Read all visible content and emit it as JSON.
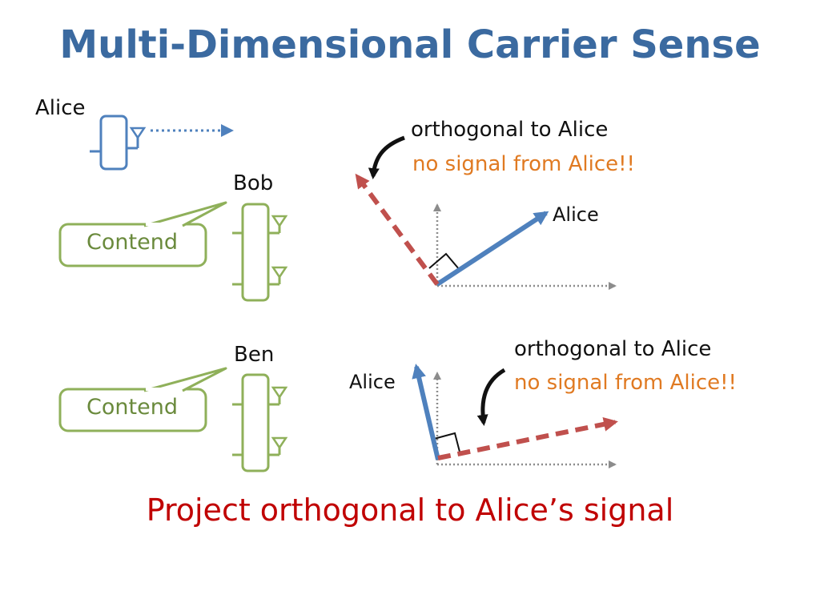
{
  "title": "Multi-Dimensional Carrier Sense",
  "nodes": {
    "alice": "Alice",
    "bob": "Bob",
    "ben": "Ben"
  },
  "bubbles": {
    "bob_bubble": "Contend",
    "ben_bubble": "Contend"
  },
  "top_diagram": {
    "note_line1": "orthogonal to Alice",
    "note_line2": "no signal from Alice!!",
    "vector_label": "Alice"
  },
  "bottom_diagram": {
    "note_line1": "orthogonal to Alice",
    "note_line2": "no signal from Alice!!",
    "vector_label": "Alice"
  },
  "conclusion": "Project orthogonal to Alice’s signal",
  "colors": {
    "title": "#3b6aa0",
    "alice_blue": "#4f81bd",
    "contend_green": "#8fb05a",
    "projection_red": "#c0504d",
    "warning_orange": "#e07a22",
    "conclusion_red": "#c00000"
  }
}
